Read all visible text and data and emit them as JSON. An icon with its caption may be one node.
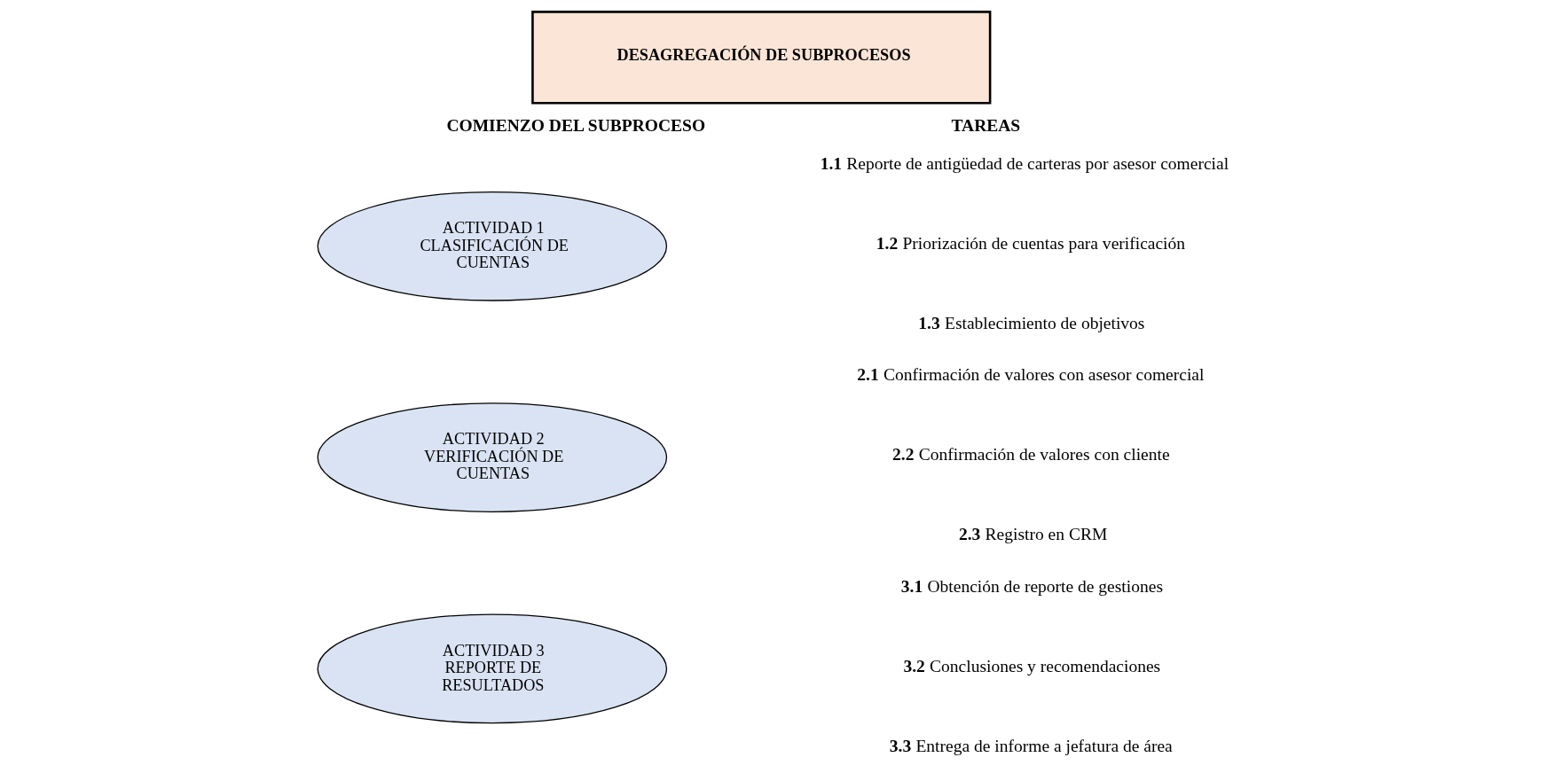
{
  "diagram": {
    "nodes": [
      {
        "text": [
          "DESAGREGACIÓN DE SUBPROCESOS"
        ]
      },
      {
        "text": [
          "ACTIVIDAD 1 CLASIFICACIÓN DE CUENTAS"
        ]
      },
      {
        "text": [
          "ACTIVIDAD 2 VERIFICACIÓN DE CUENTAS"
        ]
      },
      {
        "text": [
          "ACTIVIDAD 3 REPORTE DE RESULTADOS"
        ]
      }
    ],
    "labels": [
      "COMIENZO DEL SUBPROCESO",
      "TAREAS",
      "**1.1** Reporte de antigüedad de carteras por asesor comercial",
      "**1.2** Priorización de cuentas para verificación",
      "**1.3** Establecimiento de objetivos",
      "**2.1** Confirmación de valores con asesor comercial",
      "**2.2** Confirmación de valores con cliente",
      "**2.3** Registro en CRM",
      "**3.1** Obtención de reporte de gestiones",
      "**3.2** Conclusiones y recomendaciones",
      "**3.3** Entrega de informe a jefatura de área"
    ]
  }
}
